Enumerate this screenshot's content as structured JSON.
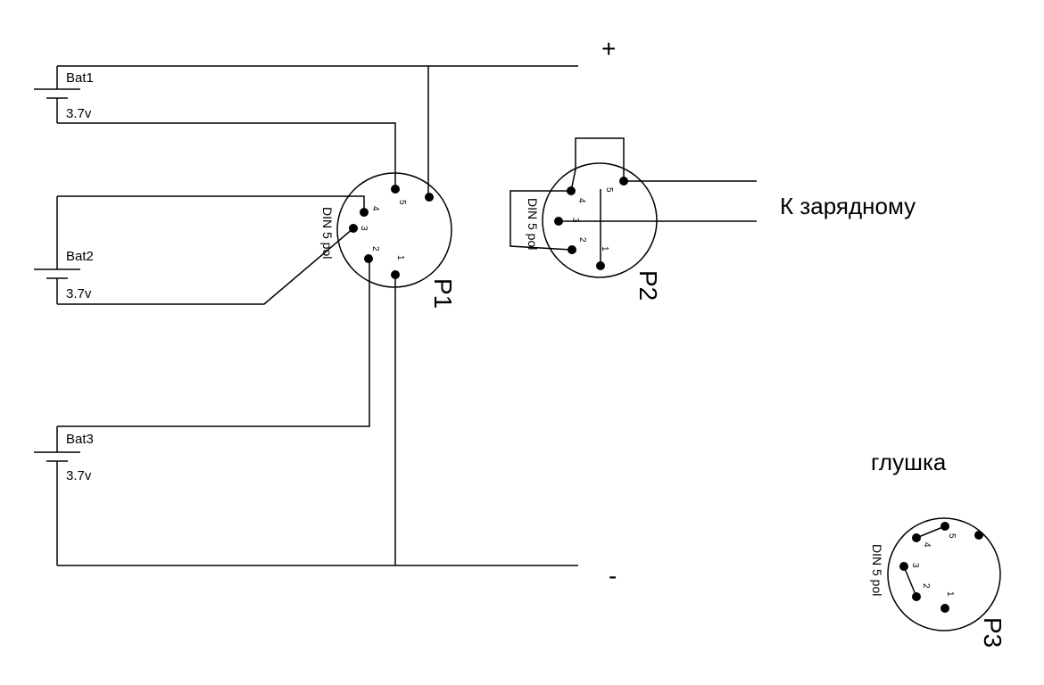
{
  "labels": {
    "plus": "+",
    "minus": "-",
    "charger": "К зарядному",
    "plug": "глушка"
  },
  "batteries": [
    {
      "name": "Bat1",
      "voltage": "3.7v"
    },
    {
      "name": "Bat2",
      "voltage": "3.7v"
    },
    {
      "name": "Bat3",
      "voltage": "3.7v"
    }
  ],
  "connectors": [
    {
      "ref": "P1",
      "type": "DIN 5 pol",
      "pins": [
        "1",
        "2",
        "3",
        "4",
        "5"
      ]
    },
    {
      "ref": "P2",
      "type": "DIN 5 pol",
      "pins": [
        "1",
        "2",
        "3",
        "4",
        "5"
      ]
    },
    {
      "ref": "P3",
      "type": "DIN 5 pol",
      "pins": [
        "1",
        "2",
        "3",
        "4",
        "5"
      ]
    }
  ]
}
